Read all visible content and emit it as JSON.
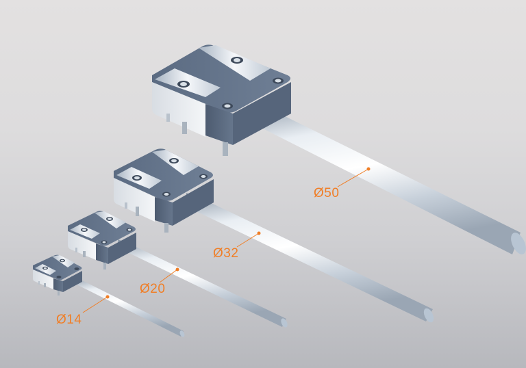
{
  "illustration": {
    "subject": "Linear shaft guide units with support blocks",
    "accent_color": "#f07e26",
    "background_top": "#e3e1e1",
    "background_bottom": "#b7b8bd",
    "block_dark": "#5f6f85",
    "block_light": "#e8ecf0",
    "rod_color": "#c9d3dd"
  },
  "labels": [
    {
      "id": "d50",
      "symbol": "Ø",
      "value": "50",
      "text": "Ø50"
    },
    {
      "id": "d32",
      "symbol": "Ø",
      "value": "32",
      "text": "Ø32"
    },
    {
      "id": "d20",
      "symbol": "Ø",
      "value": "20",
      "text": "Ø20"
    },
    {
      "id": "d14",
      "symbol": "Ø",
      "value": "14",
      "text": "Ø14"
    }
  ]
}
